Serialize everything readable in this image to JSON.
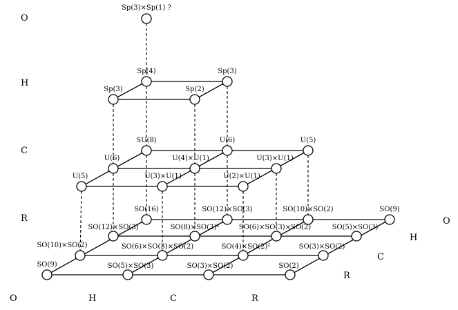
{
  "axes": {
    "left": [
      "O",
      "H",
      "C",
      "R"
    ],
    "bottom": [
      "O",
      "H",
      "C",
      "R"
    ],
    "right": [
      "O",
      "H",
      "C",
      "R"
    ]
  },
  "nodes": {
    "top_oo": "Sp(3)×Sp(1) ?",
    "h_back_left": "Sp(4)",
    "h_back_right": "Sp(3)",
    "h_front_left": "Sp(3)",
    "h_front_right": "Sp(2)",
    "c_b_0": "SU(8)",
    "c_b_1": "U(6)",
    "c_b_2": "U(5)",
    "c_m_0": "U(6)",
    "c_m_1": "U(4)×U(1)",
    "c_m_2": "U(3)×U(1)",
    "c_f_0": "U(5)",
    "c_f_1": "U(3)×U(1)",
    "c_f_2": "U(2)×U(1)",
    "r_0_0": "SO(16)",
    "r_0_1": "SO(12)×SO(3)",
    "r_0_2": "SO(10)×SO(2)",
    "r_0_3": "SO(9)",
    "r_1_0": "SO(12)×SO(3)",
    "r_1_1": "SO(8)×SO(3)²",
    "r_1_2": "SO(6)×SO(3)×SO(2)",
    "r_1_3": "SO(5)×SO(3)",
    "r_2_0": "SO(10)×SO(2)",
    "r_2_1": "SO(6)×SO(3)×SO(2)",
    "r_2_2": "SO(4)×SO(2)²",
    "r_2_3": "SO(3)×SO(2)",
    "r_3_0": "SO(9)",
    "r_3_1": "SO(5)×SO(3)",
    "r_3_2": "SO(3)×SO(2)",
    "r_3_3": "SO(2)"
  }
}
